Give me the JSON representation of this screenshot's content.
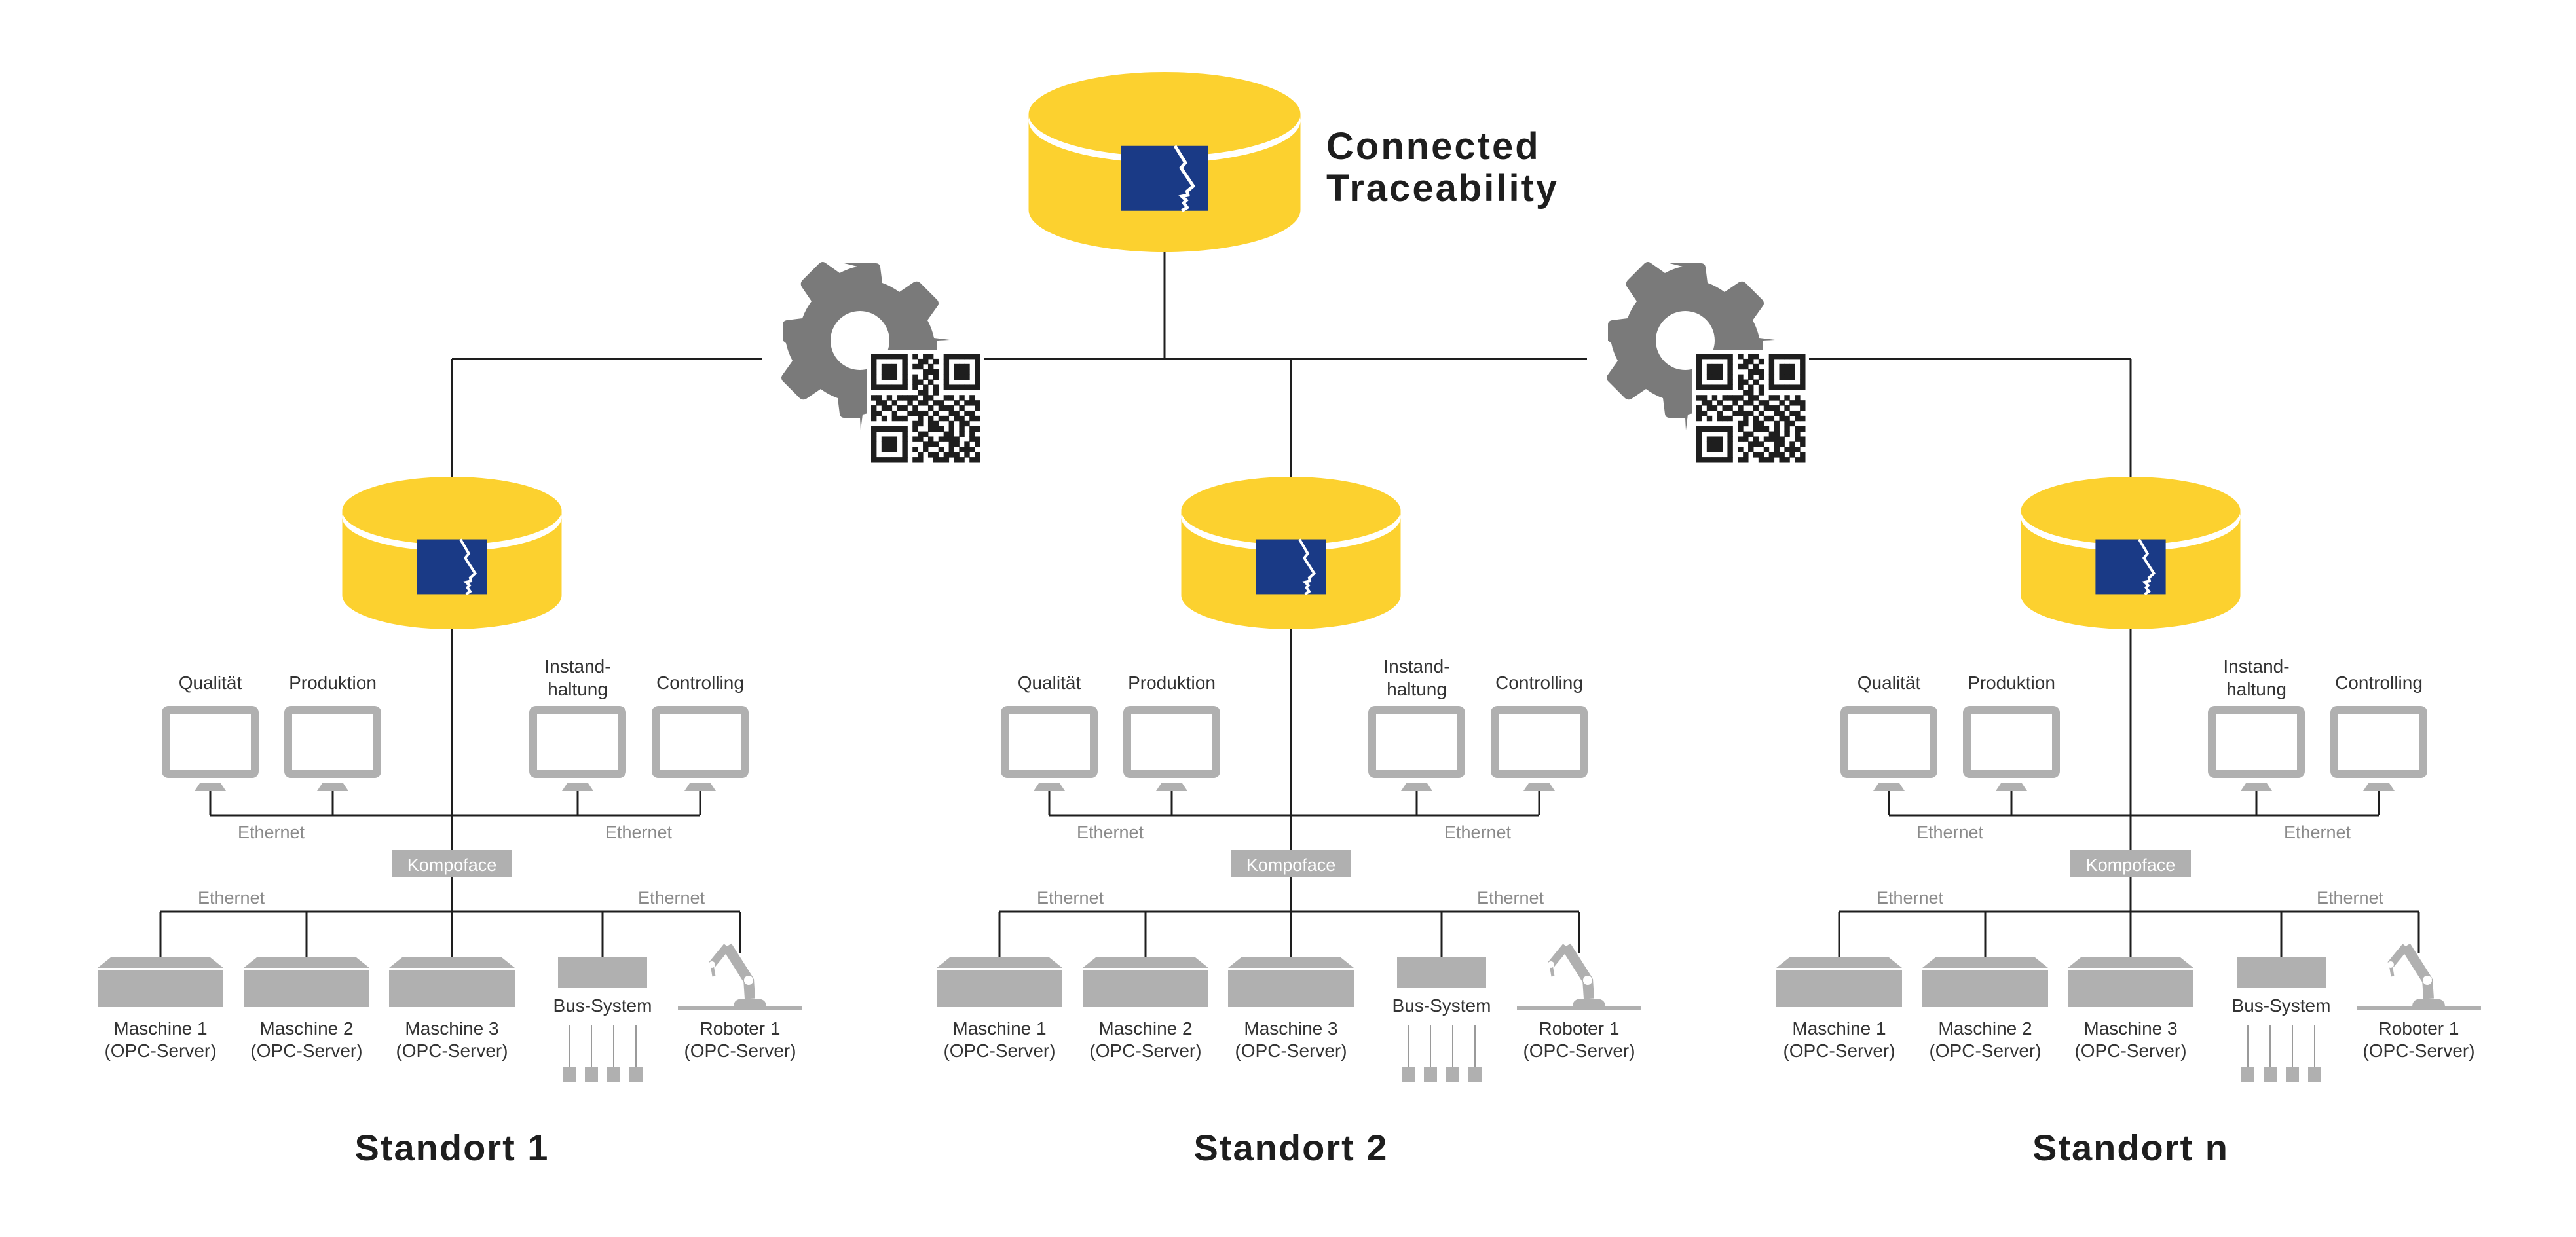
{
  "title": {
    "line1": "Connected",
    "line2": "Traceability"
  },
  "colors": {
    "database_yellow": "#FCD12F",
    "logo_blue": "#1A3A86",
    "device_gray": "#B0B0B0",
    "gear_gray": "#7A7A7A",
    "qr_black": "#1E1E1E",
    "text_dark": "#1E1E1E"
  },
  "icons": {
    "central_database": "database-cylinder-icon",
    "site_database": "database-cylinder-icon",
    "logo": "profile-face-logo-icon",
    "gear": "gear-icon",
    "qr": "qr-code-icon",
    "monitor": "monitor-icon",
    "machine": "machine-icon",
    "bus": "bus-system-icon",
    "robot": "robot-arm-icon"
  },
  "sites": [
    {
      "name": "Standort 1",
      "departments": [
        {
          "label_lines": [
            "Qualität"
          ]
        },
        {
          "label_lines": [
            "Produktion"
          ]
        },
        {
          "label_lines": [
            "Instand-",
            "haltung"
          ]
        },
        {
          "label_lines": [
            "Controlling"
          ]
        }
      ],
      "ethernet_upper_left": "Ethernet",
      "ethernet_upper_right": "Ethernet",
      "gateway": "Kompoface",
      "ethernet_lower_left": "Ethernet",
      "ethernet_lower_right": "Ethernet",
      "devices": [
        {
          "line1": "Maschine 1",
          "line2": "(OPC-Server)"
        },
        {
          "line1": "Maschine 2",
          "line2": "(OPC-Server)"
        },
        {
          "line1": "Maschine 3",
          "line2": "(OPC-Server)"
        },
        {
          "line1": "Bus-System",
          "line2": ""
        },
        {
          "line1": "Roboter 1",
          "line2": "(OPC-Server)"
        }
      ]
    },
    {
      "name": "Standort 2",
      "departments": [
        {
          "label_lines": [
            "Qualität"
          ]
        },
        {
          "label_lines": [
            "Produktion"
          ]
        },
        {
          "label_lines": [
            "Instand-",
            "haltung"
          ]
        },
        {
          "label_lines": [
            "Controlling"
          ]
        }
      ],
      "ethernet_upper_left": "Ethernet",
      "ethernet_upper_right": "Ethernet",
      "gateway": "Kompoface",
      "ethernet_lower_left": "Ethernet",
      "ethernet_lower_right": "Ethernet",
      "devices": [
        {
          "line1": "Maschine 1",
          "line2": "(OPC-Server)"
        },
        {
          "line1": "Maschine 2",
          "line2": "(OPC-Server)"
        },
        {
          "line1": "Maschine 3",
          "line2": "(OPC-Server)"
        },
        {
          "line1": "Bus-System",
          "line2": ""
        },
        {
          "line1": "Roboter 1",
          "line2": "(OPC-Server)"
        }
      ]
    },
    {
      "name": "Standort n",
      "departments": [
        {
          "label_lines": [
            "Qualität"
          ]
        },
        {
          "label_lines": [
            "Produktion"
          ]
        },
        {
          "label_lines": [
            "Instand-",
            "haltung"
          ]
        },
        {
          "label_lines": [
            "Controlling"
          ]
        }
      ],
      "ethernet_upper_left": "Ethernet",
      "ethernet_upper_right": "Ethernet",
      "gateway": "Kompoface",
      "ethernet_lower_left": "Ethernet",
      "ethernet_lower_right": "Ethernet",
      "devices": [
        {
          "line1": "Maschine 1",
          "line2": "(OPC-Server)"
        },
        {
          "line1": "Maschine 2",
          "line2": "(OPC-Server)"
        },
        {
          "line1": "Maschine 3",
          "line2": "(OPC-Server)"
        },
        {
          "line1": "Bus-System",
          "line2": ""
        },
        {
          "line1": "Roboter 1",
          "line2": "(OPC-Server)"
        }
      ]
    }
  ]
}
